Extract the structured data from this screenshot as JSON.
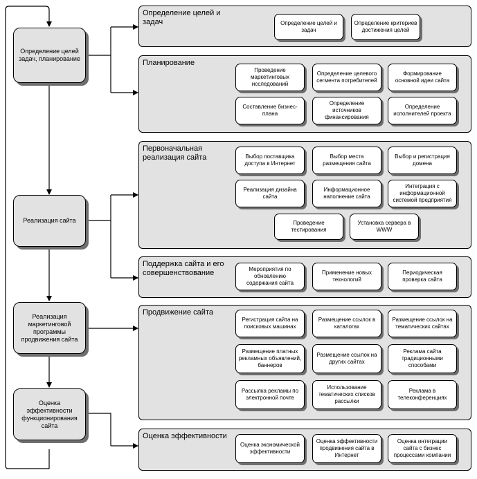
{
  "steps": [
    {
      "label": "Определение целей задач, планирование"
    },
    {
      "label": "Реализация сайта"
    },
    {
      "label": "Реализация маркетинговой программы продвижения сайта"
    },
    {
      "label": "Оценка эффективности функционирования сайта"
    }
  ],
  "panels": [
    {
      "title": "Определение целей и задач",
      "boxes": [
        "Определение целей и задач",
        "Определение критериев достижения целей"
      ]
    },
    {
      "title": "Планирование",
      "boxes": [
        "Проведение маркетинговых исследований",
        "Определение целевого сегмента потребителей",
        "Формирование основной идеи сайта",
        "Составление бизнес-плана",
        "Определение источников финансирования",
        "Определение исполнителей проекта"
      ]
    },
    {
      "title": "Первоначальная реализация сайта",
      "boxes": [
        "Выбор поставщика доступа в Интернет",
        "Выбор места размещения сайта",
        "Выбор и регистрация домена",
        "Реализация дизайна сайта",
        "Информационное наполнение сайта",
        "Интеграция с информационной системой предприятия",
        "Проведение тестирования",
        "Установка сервера в WWW"
      ]
    },
    {
      "title": "Поддержка сайта и его совершенствование",
      "boxes": [
        "Мероприятия по обновлению содержания сайта",
        "Применение новых технологий",
        "Периодическая проверка сайта"
      ]
    },
    {
      "title": "Продвижение сайта",
      "boxes": [
        "Регистрация сайта на поисковых машинах",
        "Размещение ссылок в каталогах",
        "Размещение ссылок на тематических сайтах",
        "Размещение платных рекламных объявлений, баннеров",
        "Размещение ссылок на других сайтах",
        "Реклама сайта традиционными способами",
        "Рассылка рекламы по электронной почте",
        "Использование тематических списков рассылки",
        "Реклама в телеконференциях"
      ]
    },
    {
      "title": "Оценка эффективности",
      "boxes": [
        "Оценка экономической эффективности",
        "Оценка эффективности продвижения сайта в Интернет",
        "Оценка интеграции сайта с бизнес процессами компании"
      ]
    }
  ]
}
